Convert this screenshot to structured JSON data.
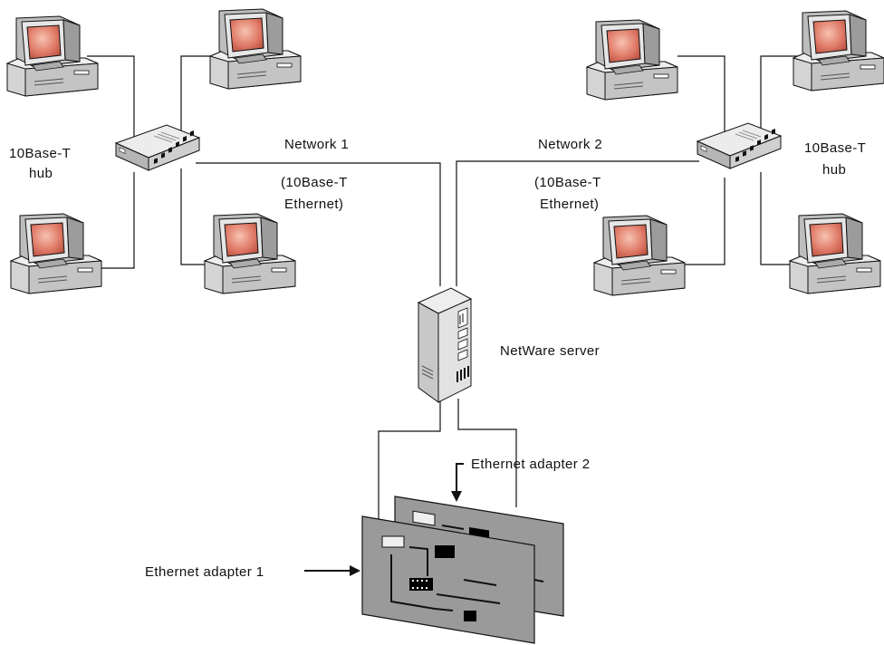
{
  "labels": {
    "hub_left_line1": "10Base-T",
    "hub_left_line2": "hub",
    "hub_right_line1": "10Base-T",
    "hub_right_line2": "hub",
    "network1_title": "Network 1",
    "network1_line2": "(10Base-T",
    "network1_line3": "Ethernet)",
    "network2_title": "Network 2",
    "network2_line2": "(10Base-T",
    "network2_line3": "Ethernet)",
    "server": "NetWare server",
    "adapter1": "Ethernet adapter 1",
    "adapter2": "Ethernet adapter 2"
  },
  "icons": {
    "workstation": "desktop-computer-icon",
    "hub": "network-hub-icon",
    "server": "tower-server-icon",
    "adapter": "network-interface-card-icon"
  },
  "colors": {
    "screen": "#e07a68",
    "screen_glow": "#f4b9a8",
    "case_light": "#eeeeee",
    "case_mid": "#c8c8c8",
    "case_dark": "#8e8e8e",
    "board": "#9a9a9a"
  }
}
